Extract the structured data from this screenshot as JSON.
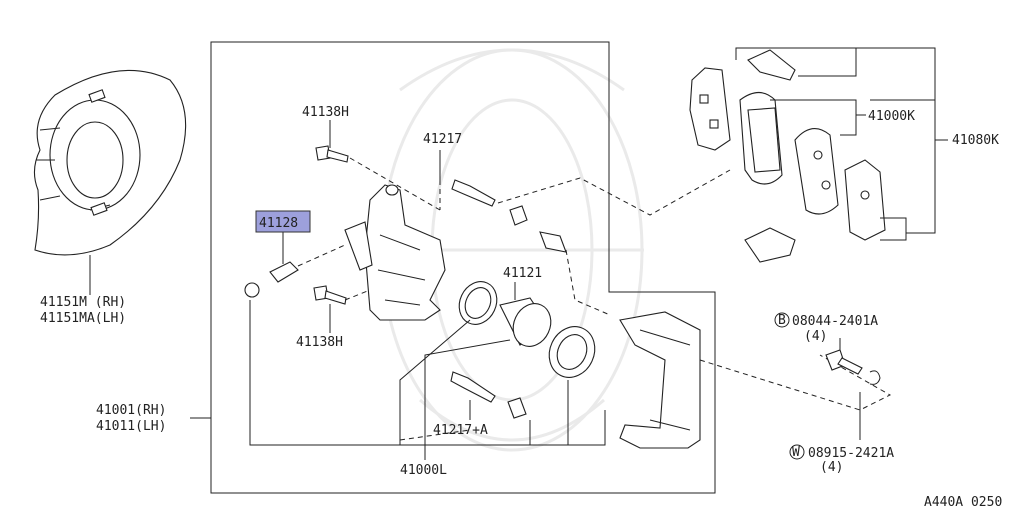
{
  "diagram": {
    "figure_id": "A440A 0250",
    "parts": {
      "p41138h_top": "41138H",
      "p41217_top": "41217",
      "p41128": "41128",
      "p41121": "41121",
      "p41138h_bottom": "41138H",
      "p41217a": "41217+A",
      "p41000l": "41000L",
      "p41001_rh": "41001(RH)",
      "p41011_lh": "41011(LH)",
      "p41151m_rh": "41151M (RH)",
      "p41151ma_lh": "41151MA(LH)",
      "p41000k": "41000K",
      "p41080k": "41080K",
      "bolt_code": "08044-2401A",
      "bolt_qty": "(4)",
      "washer_code": "08915-2421A",
      "washer_qty": "(4)",
      "bolt_marker": "B",
      "washer_marker": "W"
    },
    "highlight_color": "#9da0dc"
  }
}
